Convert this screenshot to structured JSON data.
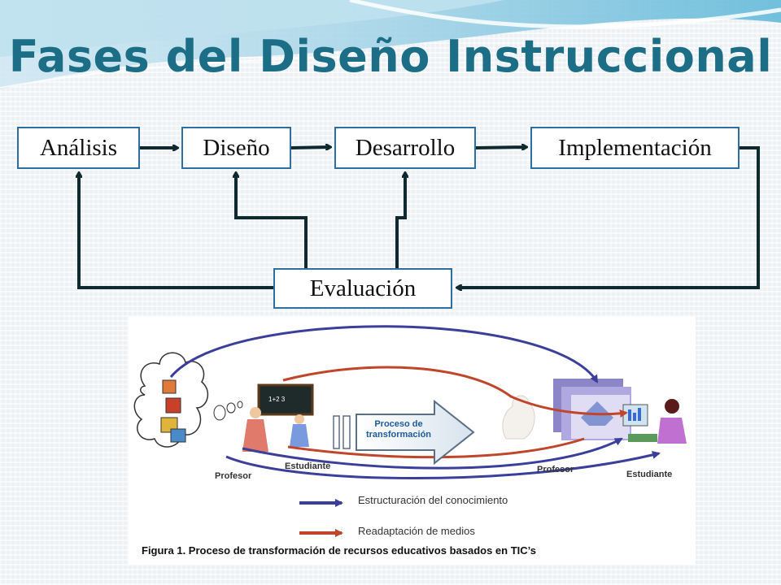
{
  "title": "Fases del Diseño Instruccional",
  "phases": {
    "analisis": "Análisis",
    "diseno": "Diseño",
    "desarrollo": "Desarrollo",
    "implementacion": "Implementación",
    "evaluacion": "Evaluación"
  },
  "figure": {
    "process_label": "Proceso de transformación",
    "profesor_left": "Profesor",
    "estudiante_left": "Estudiante",
    "profesor_right": "Profesor",
    "estudiante_right": "Estudiante",
    "legend_blue": "Estructuración del conocimiento",
    "legend_red": "Readaptación de medios",
    "caption": "Figura 1. Proceso de transformación de recursos educativos basados en TIC’s",
    "colors": {
      "blue": "#3b3e9a",
      "red": "#c0452a"
    }
  },
  "colors": {
    "title": "#1c6e86",
    "box_border": "#2e6fa3",
    "connector": "#0f2a2e"
  }
}
